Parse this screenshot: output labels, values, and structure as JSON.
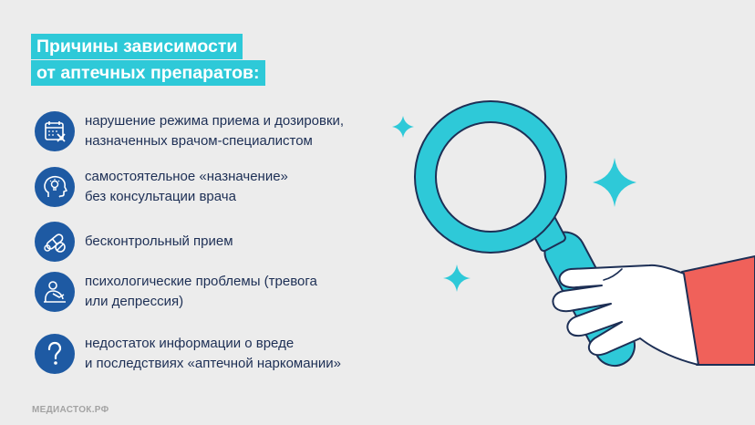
{
  "title": {
    "line1": "Причины зависимости",
    "line2": "от аптечных препаратов:"
  },
  "items": [
    {
      "icon": "calendar-icon",
      "line1": "нарушение режима приема и дозировки,",
      "line2": "назначенных врачом-специалистом"
    },
    {
      "icon": "head-lightbulb-icon",
      "line1": "самостоятельное «назначение»",
      "line2": "без консультации врача"
    },
    {
      "icon": "pills-icon",
      "line1": "бесконтрольный прием",
      "line2": ""
    },
    {
      "icon": "sad-person-icon",
      "line1": "психологические проблемы (тревога",
      "line2": "или депрессия)"
    },
    {
      "icon": "question-mark-icon",
      "line1": "недостаток информации о вреде",
      "line2": "и последствиях «аптечной наркомании»"
    }
  ],
  "brand": "МЕДИАСТОК.РФ",
  "colors": {
    "background": "#ececec",
    "accent": "#2ec9d8",
    "icon_bg": "#1e5aa3",
    "text": "#1d2f55",
    "sleeve": "#f0615a"
  }
}
